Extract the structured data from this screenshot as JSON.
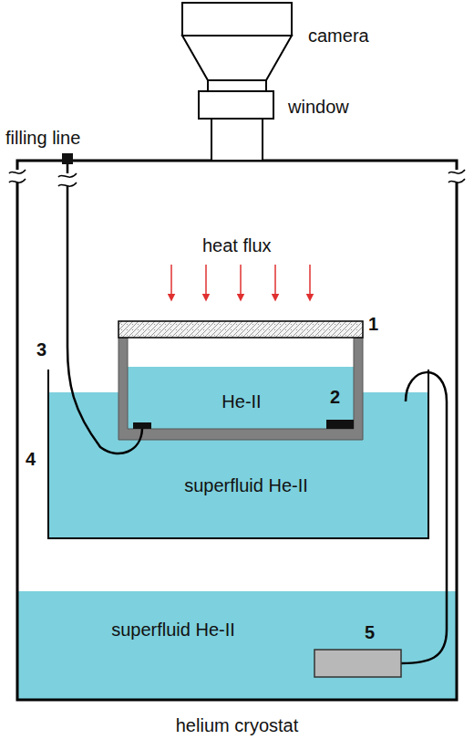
{
  "diagram": {
    "nodes": [
      {
        "text": [
          "helium cryostat"
        ]
      },
      {
        "text": [
          "superfluid He-II"
        ],
        "in": 0
      },
      {
        "text": [
          "He-II"
        ],
        "in": 1
      },
      {
        "text": [
          "superfluid He-II"
        ],
        "in": 0
      }
    ],
    "labels": [
      "camera",
      "window",
      "filling line",
      "heat flux",
      "1",
      "2",
      "3",
      "4",
      "5"
    ]
  }
}
